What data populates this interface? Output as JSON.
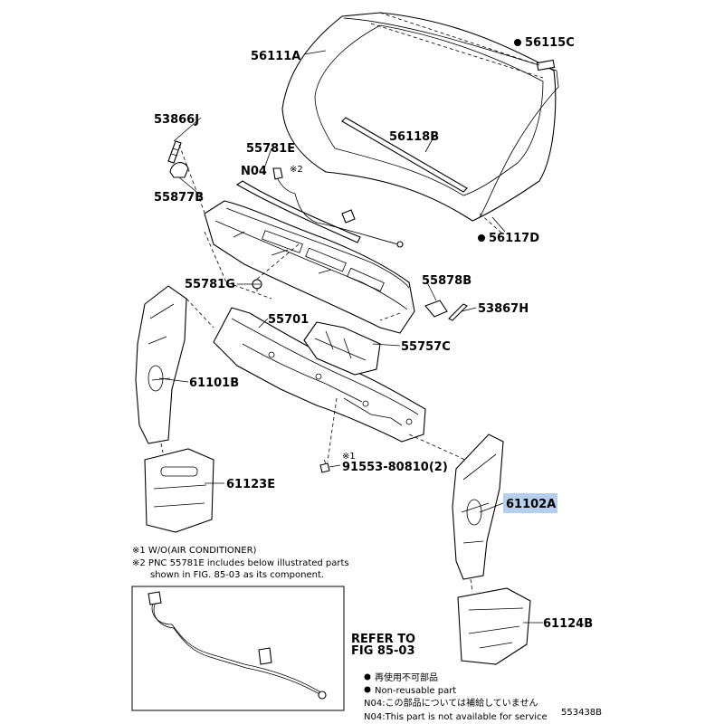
{
  "labels": {
    "windshield": "56111A",
    "windshield_bullet": "56115C",
    "molding": "56118B",
    "molding_lower": "56117D",
    "clip_upper": "53866J",
    "clip_lower": "55877B",
    "cowl_louver": "55781E",
    "n04_tag": "N04",
    "mark_2": "※2",
    "cowl_clip": "55781G",
    "cowl_bracket_r": "55878B",
    "clip_right": "53867H",
    "cowl_top_panel": "55701",
    "cowl_sub_panel": "55757C",
    "pillar_left": "61101B",
    "bracket_left": "61123E",
    "mark_1": "※1",
    "screw": "91553-80810(2)",
    "pillar_right": "61102A",
    "bracket_right": "61124B"
  },
  "notes": {
    "note1": "※1 W/O(AIR CONDITIONER)",
    "note2": "※2 PNC 55781E includes below illustrated parts",
    "note2b": "shown in FIG. 85-03 as its component.",
    "refer1": "REFER TO",
    "refer2": "FIG 85-03"
  },
  "legend": {
    "bullet_jp": "再使用不可部品",
    "bullet_en": "Non-reusable part",
    "n04_jp": "N04:この部品については補給していません",
    "n04_en": "N04:This part is not available for service"
  },
  "figure_code": "553438B",
  "highlight_color": "#b7cfee",
  "highlighted_label": "61102A"
}
